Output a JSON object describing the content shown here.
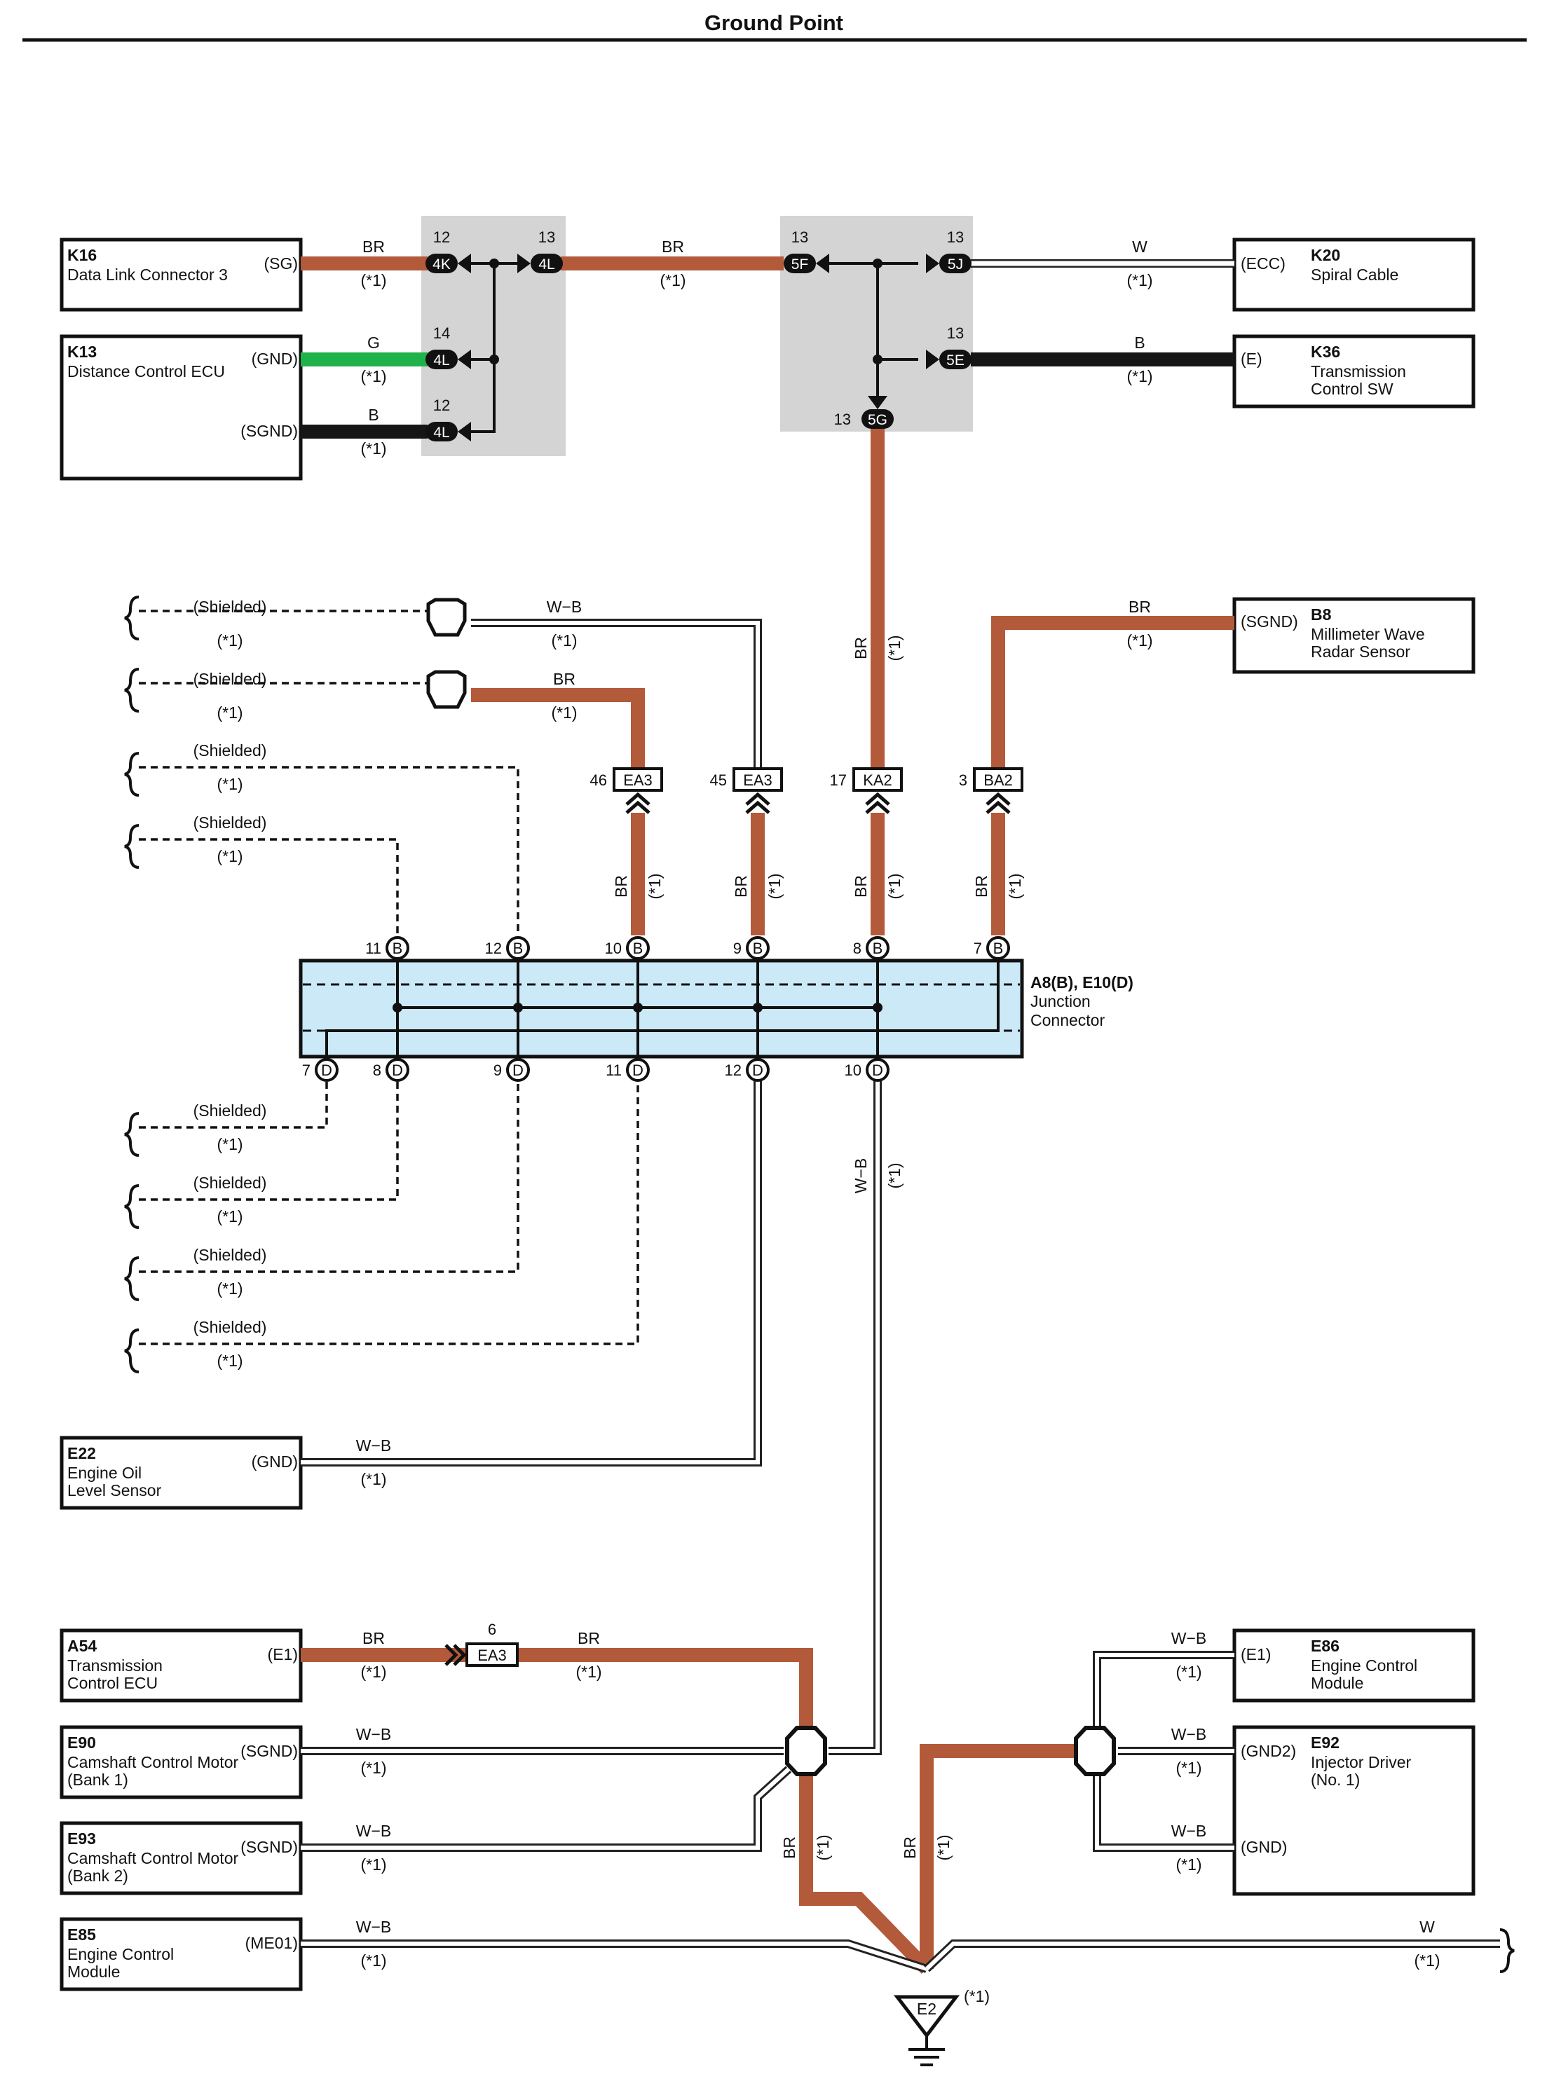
{
  "title": "Ground Point",
  "note_mark": "(*1)",
  "components": {
    "k16": {
      "code": "K16",
      "name": [
        "Data Link Connector 3"
      ],
      "pin": "(SG)"
    },
    "k13": {
      "code": "K13",
      "name": [
        "Distance Control ECU"
      ],
      "pins": [
        "(GND)",
        "(SGND)"
      ]
    },
    "k20": {
      "code": "K20",
      "name": [
        "Spiral Cable"
      ],
      "pin": "(ECC)"
    },
    "k36": {
      "code": "K36",
      "name": [
        "Transmission",
        "Control SW"
      ],
      "pin": "(E)"
    },
    "b8": {
      "code": "B8",
      "name": [
        "Millimeter Wave",
        "Radar Sensor"
      ],
      "pin": "(SGND)"
    },
    "a8": {
      "code": "A8(B), E10(D)",
      "name": [
        "Junction",
        "Connector"
      ]
    },
    "e22": {
      "code": "E22",
      "name": [
        "Engine Oil",
        "Level Sensor"
      ],
      "pin": "(GND)"
    },
    "a54": {
      "code": "A54",
      "name": [
        "Transmission",
        "Control ECU"
      ],
      "pin": "(E1)"
    },
    "e90": {
      "code": "E90",
      "name": [
        "Camshaft Control Motor",
        "(Bank 1)"
      ],
      "pin": "(SGND)"
    },
    "e93": {
      "code": "E93",
      "name": [
        "Camshaft Control Motor",
        "(Bank 2)"
      ],
      "pin": "(SGND)"
    },
    "e85": {
      "code": "E85",
      "name": [
        "Engine Control",
        "Module"
      ],
      "pin": "(ME01)"
    },
    "e86": {
      "code": "E86",
      "name": [
        "Engine Control",
        "Module"
      ],
      "pin": "(E1)"
    },
    "e92": {
      "code": "E92",
      "name": [
        "Injector Driver",
        "(No. 1)"
      ],
      "pins": [
        "(GND2)",
        "(GND)"
      ]
    },
    "e2": {
      "code": "E2"
    }
  },
  "wire_colors": {
    "BR": "#b35a3a",
    "G": "#1fb24a",
    "B": "#161616",
    "W": "#ffffff",
    "W-B": "#222222"
  },
  "wire_labels": [
    "BR",
    "G",
    "B",
    "W",
    "W−B"
  ],
  "shielded_label": "(Shielded)",
  "inline_connectors": {
    "block1": [
      {
        "pin": "12",
        "id": "4K"
      },
      {
        "pin": "13",
        "id": "4L"
      },
      {
        "pin": "14",
        "id": "4L"
      },
      {
        "pin": "12",
        "id": "4L"
      }
    ],
    "block2": [
      {
        "pin": "13",
        "id": "5F"
      },
      {
        "pin": "13",
        "id": "5J"
      },
      {
        "pin": "13",
        "id": "5E"
      },
      {
        "pin": "13",
        "id": "5G"
      }
    ],
    "row": [
      {
        "pin": "46",
        "id": "EA3"
      },
      {
        "pin": "45",
        "id": "EA3"
      },
      {
        "pin": "17",
        "id": "KA2"
      },
      {
        "pin": "3",
        "id": "BA2"
      }
    ],
    "a54_conn": {
      "pin": "6",
      "id": "EA3"
    }
  },
  "junction_pins_top": [
    {
      "num": "11",
      "letter": "B"
    },
    {
      "num": "12",
      "letter": "B"
    },
    {
      "num": "10",
      "letter": "B"
    },
    {
      "num": "9",
      "letter": "B"
    },
    {
      "num": "8",
      "letter": "B"
    },
    {
      "num": "7",
      "letter": "B"
    }
  ],
  "junction_pins_bottom": [
    {
      "num": "7",
      "letter": "D"
    },
    {
      "num": "8",
      "letter": "D"
    },
    {
      "num": "9",
      "letter": "D"
    },
    {
      "num": "11",
      "letter": "D"
    },
    {
      "num": "12",
      "letter": "D"
    },
    {
      "num": "10",
      "letter": "D"
    }
  ]
}
